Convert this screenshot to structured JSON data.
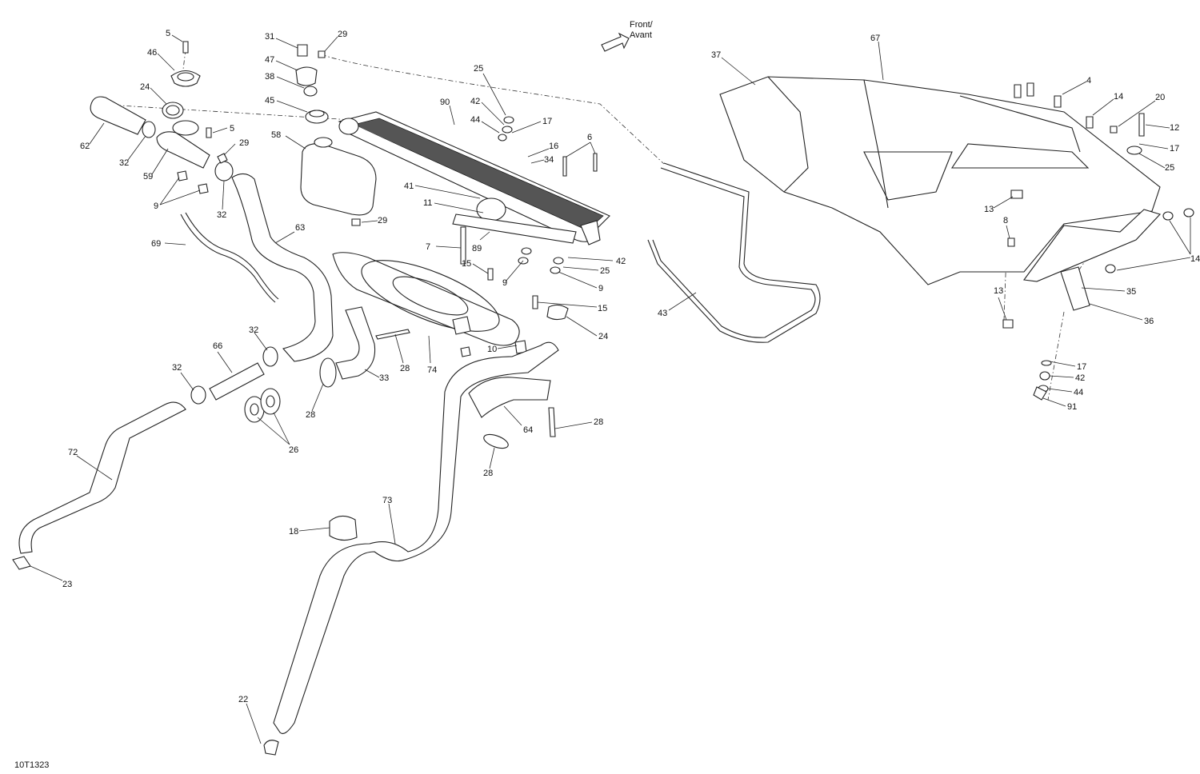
{
  "drawing_code": "10T1323",
  "direction": {
    "line1": "Front/",
    "line2": "Avant"
  },
  "callouts": [
    {
      "id": "c5a",
      "label": "5"
    },
    {
      "id": "c46",
      "label": "46"
    },
    {
      "id": "c24a",
      "label": "24"
    },
    {
      "id": "c62",
      "label": "62"
    },
    {
      "id": "c32a",
      "label": "32"
    },
    {
      "id": "c59",
      "label": "59"
    },
    {
      "id": "c5b",
      "label": "5"
    },
    {
      "id": "c29a",
      "label": "29"
    },
    {
      "id": "c9a",
      "label": "9"
    },
    {
      "id": "c32b",
      "label": "32"
    },
    {
      "id": "c69",
      "label": "69"
    },
    {
      "id": "c31",
      "label": "31"
    },
    {
      "id": "c29b",
      "label": "29"
    },
    {
      "id": "c47",
      "label": "47"
    },
    {
      "id": "c38",
      "label": "38"
    },
    {
      "id": "c45",
      "label": "45"
    },
    {
      "id": "c58",
      "label": "58"
    },
    {
      "id": "c29c",
      "label": "29"
    },
    {
      "id": "c63",
      "label": "63"
    },
    {
      "id": "c25a",
      "label": "25"
    },
    {
      "id": "c90",
      "label": "90"
    },
    {
      "id": "c42a",
      "label": "42"
    },
    {
      "id": "c44a",
      "label": "44"
    },
    {
      "id": "c17a",
      "label": "17"
    },
    {
      "id": "c16",
      "label": "16"
    },
    {
      "id": "c34",
      "label": "34"
    },
    {
      "id": "c6",
      "label": "6"
    },
    {
      "id": "c41",
      "label": "41"
    },
    {
      "id": "c11",
      "label": "11"
    },
    {
      "id": "c7",
      "label": "7"
    },
    {
      "id": "c89",
      "label": "89"
    },
    {
      "id": "c15a",
      "label": "15"
    },
    {
      "id": "c9b",
      "label": "9"
    },
    {
      "id": "c42b",
      "label": "42"
    },
    {
      "id": "c25b",
      "label": "25"
    },
    {
      "id": "c9c",
      "label": "9"
    },
    {
      "id": "c15b",
      "label": "15"
    },
    {
      "id": "c24b",
      "label": "24"
    },
    {
      "id": "c10",
      "label": "10"
    },
    {
      "id": "c74",
      "label": "74"
    },
    {
      "id": "c28a",
      "label": "28"
    },
    {
      "id": "c33",
      "label": "33"
    },
    {
      "id": "c32c",
      "label": "32"
    },
    {
      "id": "c66",
      "label": "66"
    },
    {
      "id": "c32d",
      "label": "32"
    },
    {
      "id": "c28b",
      "label": "28"
    },
    {
      "id": "c26",
      "label": "26"
    },
    {
      "id": "c72",
      "label": "72"
    },
    {
      "id": "c64",
      "label": "64"
    },
    {
      "id": "c28c",
      "label": "28"
    },
    {
      "id": "c28d",
      "label": "28"
    },
    {
      "id": "c73",
      "label": "73"
    },
    {
      "id": "c18",
      "label": "18"
    },
    {
      "id": "c23",
      "label": "23"
    },
    {
      "id": "c22",
      "label": "22"
    },
    {
      "id": "c43",
      "label": "43"
    },
    {
      "id": "c37",
      "label": "37"
    },
    {
      "id": "c67",
      "label": "67"
    },
    {
      "id": "c4",
      "label": "4"
    },
    {
      "id": "c14a",
      "label": "14"
    },
    {
      "id": "c20",
      "label": "20"
    },
    {
      "id": "c12",
      "label": "12"
    },
    {
      "id": "c17b",
      "label": "17"
    },
    {
      "id": "c25c",
      "label": "25"
    },
    {
      "id": "c13a",
      "label": "13"
    },
    {
      "id": "c8",
      "label": "8"
    },
    {
      "id": "c14b",
      "label": "14"
    },
    {
      "id": "c35",
      "label": "35"
    },
    {
      "id": "c36",
      "label": "36"
    },
    {
      "id": "c13b",
      "label": "13"
    },
    {
      "id": "c17c",
      "label": "17"
    },
    {
      "id": "c42c",
      "label": "42"
    },
    {
      "id": "c44b",
      "label": "44"
    },
    {
      "id": "c91",
      "label": "91"
    }
  ]
}
